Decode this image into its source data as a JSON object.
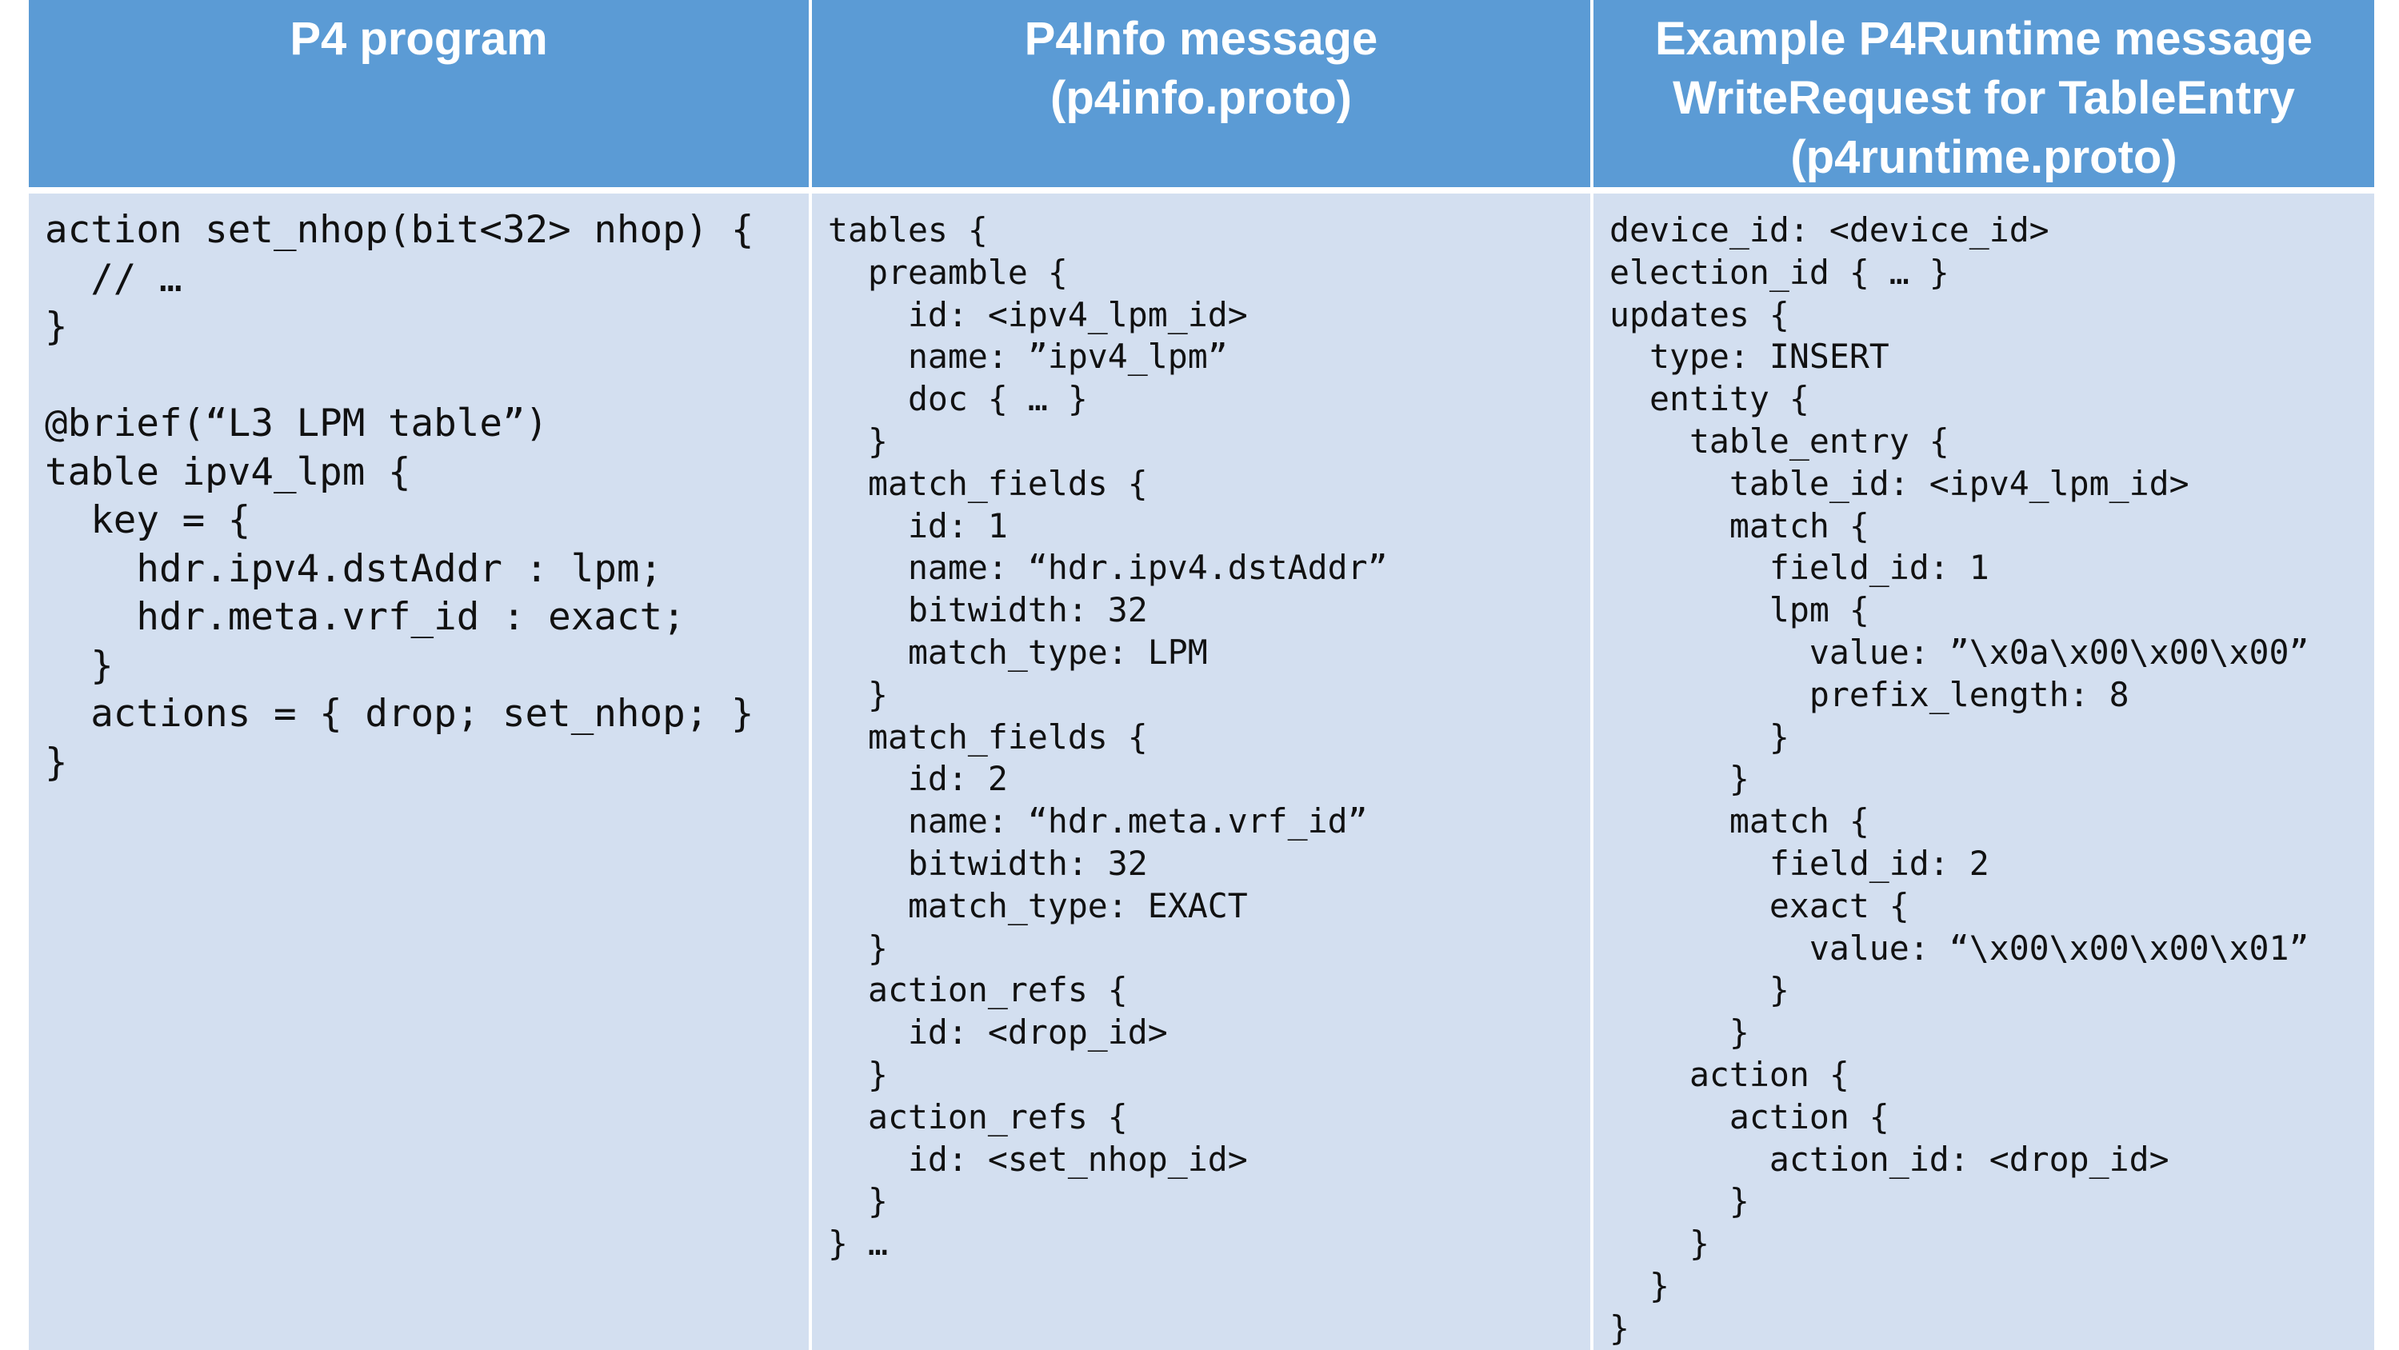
{
  "headers": {
    "p4_program": "P4 program",
    "p4info": "P4Info message\n(p4info.proto)",
    "p4runtime": "Example P4Runtime message\nWriteRequest for TableEntry\n(p4runtime.proto)"
  },
  "code": {
    "p4_program": "action set_nhop(bit<32> nhop) {\n  // …\n}\n\n@brief(“L3 LPM table”)\ntable ipv4_lpm {\n  key = {\n    hdr.ipv4.dstAddr : lpm;\n    hdr.meta.vrf_id : exact;\n  }\n  actions = { drop; set_nhop; }\n}",
    "p4info": "tables {\n  preamble {\n    id: <ipv4_lpm_id>\n    name: ”ipv4_lpm”\n    doc { … }\n  }\n  match_fields {\n    id: 1\n    name: “hdr.ipv4.dstAddr”\n    bitwidth: 32\n    match_type: LPM\n  }\n  match_fields {\n    id: 2\n    name: “hdr.meta.vrf_id”\n    bitwidth: 32\n    match_type: EXACT\n  }\n  action_refs {\n    id: <drop_id>\n  }\n  action_refs {\n    id: <set_nhop_id>\n  }\n} …",
    "p4runtime": "device_id: <device_id>\nelection_id { … }\nupdates {\n  type: INSERT\n  entity {\n    table_entry {\n      table_id: <ipv4_lpm_id>\n      match {\n        field_id: 1\n        lpm {\n          value: ”\\x0a\\x00\\x00\\x00”\n          prefix_length: 8\n        }\n      }\n      match {\n        field_id: 2\n        exact {\n          value: “\\x00\\x00\\x00\\x01”\n        }\n      }\n    action {\n      action {\n        action_id: <drop_id>\n      }\n    }\n  }\n}"
  }
}
